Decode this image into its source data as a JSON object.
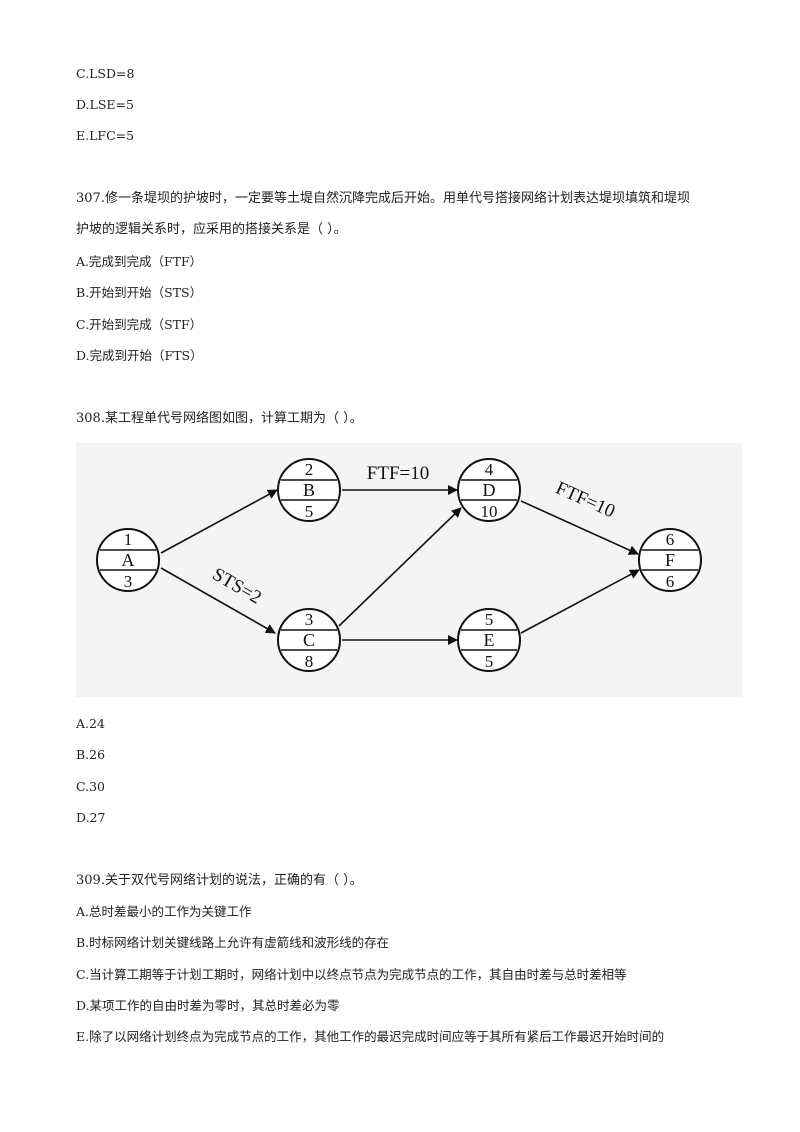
{
  "lines": {
    "c_lsd": "C.LSD=8",
    "d_lse": "D.LSE=5",
    "e_lfc": "E.LFC=5",
    "q307_l1": "307.修一条堤坝的护坡时，一定要等土堤自然沉降完成后开始。用单代号搭接网络计划表达堤坝填筑和堤坝",
    "q307_l2": "护坡的逻辑关系时，应采用的搭接关系是（ ）。",
    "q307_a": "A.完成到完成（FTF）",
    "q307_b": "B.开始到开始（STS）",
    "q307_c": "C.开始到完成（STF）",
    "q307_d": "D.完成到开始（FTS）",
    "q308": "308.某工程单代号网络图如图，计算工期为（ ）。",
    "q308_a": "A.24",
    "q308_b": "B.26",
    "q308_c": "C.30",
    "q308_d": "D.27",
    "q309": "309.关于双代号网络计划的说法，正确的有（ ）。",
    "q309_a": "A.总时差最小的工作为关键工作",
    "q309_b": "B.时标网络计划关键线路上允许有虚箭线和波形线的存在",
    "q309_c": "C.当计算工期等于计划工期时，网络计划中以终点节点为完成节点的工作，其自由时差与总时差相等",
    "q309_d": "D.某项工作的自由时差为零时，其总时差必为零",
    "q309_e": "E.除了以网络计划终点为完成节点的工作，其他工作的最迟完成时间应等于其所有紧后工作最迟开始时间的"
  },
  "network": {
    "nodes": {
      "A": {
        "id": "1",
        "name": "A",
        "duration": "3"
      },
      "B": {
        "id": "2",
        "name": "B",
        "duration": "5"
      },
      "C": {
        "id": "3",
        "name": "C",
        "duration": "8"
      },
      "D": {
        "id": "4",
        "name": "D",
        "duration": "10"
      },
      "E": {
        "id": "5",
        "name": "E",
        "duration": "5"
      },
      "F": {
        "id": "6",
        "name": "F",
        "duration": "6"
      }
    },
    "links": {
      "b_d": "FTF=10",
      "d_f": "FTF=10",
      "a_c": "STS=2"
    }
  }
}
